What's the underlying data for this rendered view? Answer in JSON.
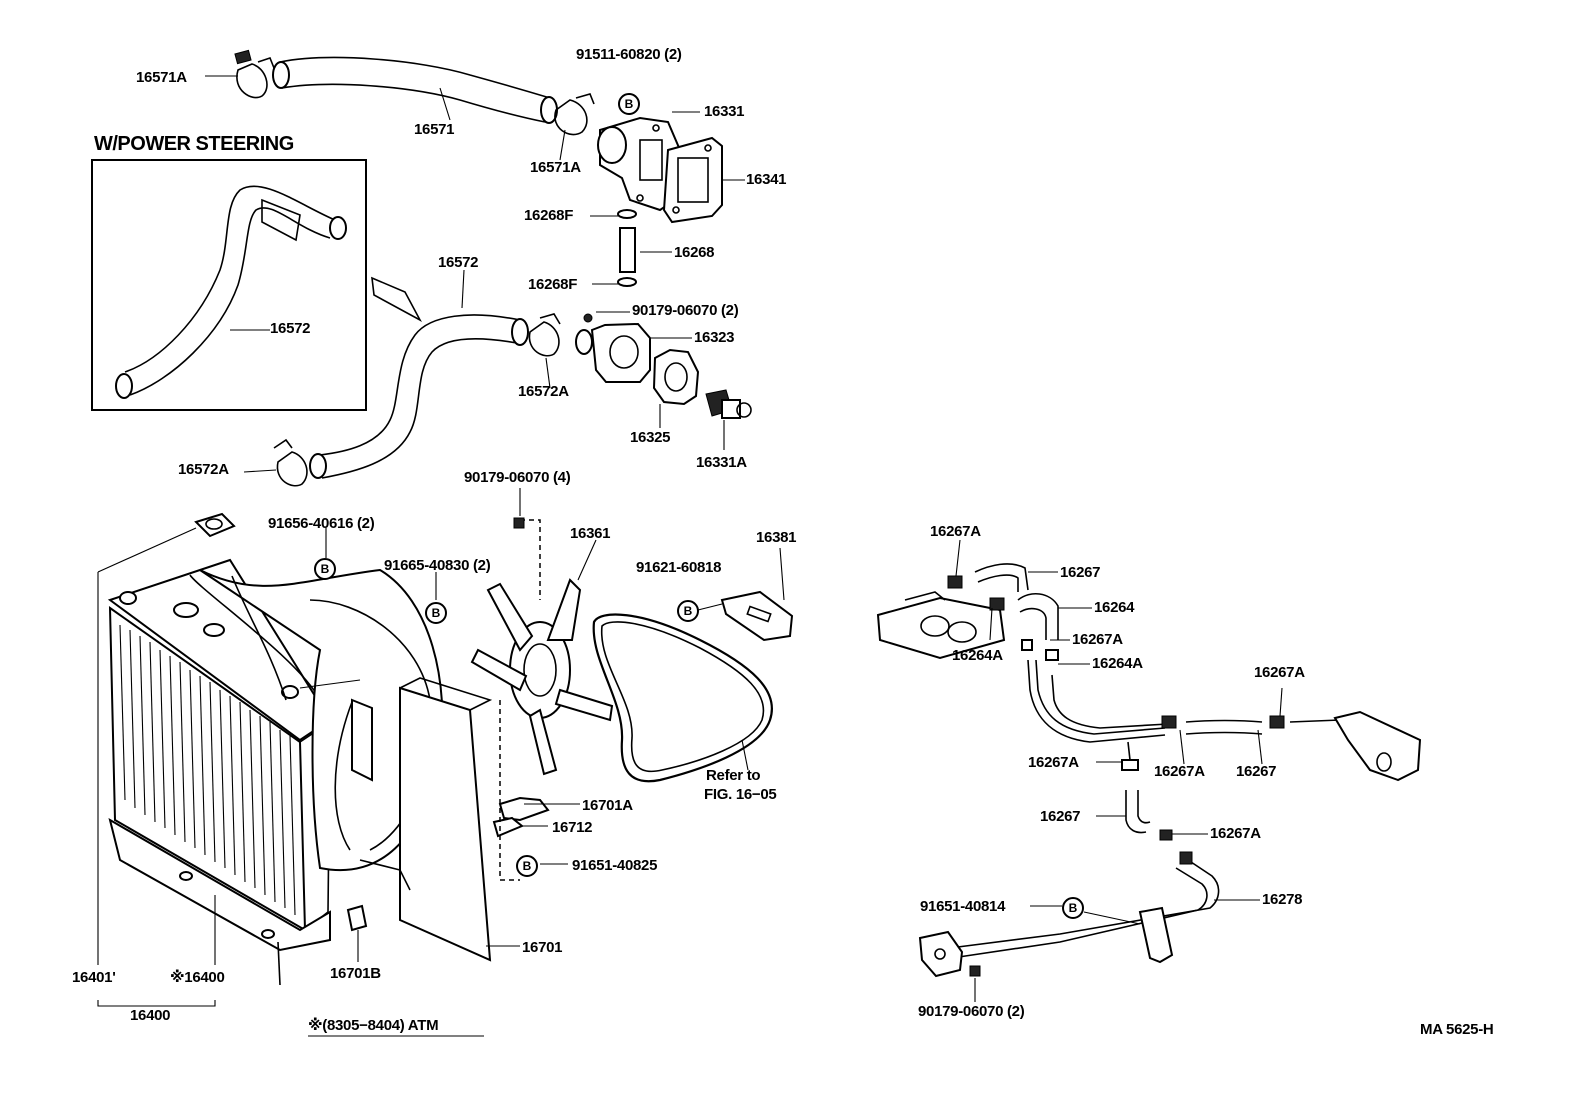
{
  "diagram": {
    "inset_title": "W/POWER STEERING",
    "footnote": "※(8305−8404) ATM",
    "code": "MA  5625-H",
    "refer_note": [
      "Refer to",
      "FIG. 16−05"
    ],
    "bolt_badge": "B",
    "parts": {
      "p16571A_top": "16571A",
      "p16571": "16571",
      "p91511": "91511-60820 (2)",
      "p16331": "16331",
      "p16571A_mid": "16571A",
      "p16341": "16341",
      "p16268F_top": "16268F",
      "p16268": "16268",
      "p16268F_bot": "16268F",
      "p16572_inset": "16572",
      "p16572": "16572",
      "p90179_a": "90179-06070 (2)",
      "p16323": "16323",
      "p16572A_mid": "16572A",
      "p16325": "16325",
      "p16331A": "16331A",
      "p16572A_low": "16572A",
      "p90179_b": "90179-06070 (4)",
      "p91656": "91656-40616 (2)",
      "p91665": "91665-40830 (2)",
      "p16361": "16361",
      "p16381": "16381",
      "p91621": "91621-60818",
      "p16701A": "16701A",
      "p16712": "16712",
      "p91651_a": "91651-40825",
      "p16701": "16701",
      "p16701B": "16701B",
      "p16401": "16401'",
      "p16400_star": "※16400",
      "p16400": "16400",
      "p16267A_1": "16267A",
      "p16267_1": "16267",
      "p16264": "16264",
      "p16267A_2": "16267A",
      "p16264A_1": "16264A",
      "p16264A_2": "16264A",
      "p16267A_3": "16267A",
      "p16267A_4": "16267A",
      "p16267A_5": "16267A",
      "p16267_2": "16267",
      "p16267_3": "16267",
      "p16267A_6": "16267A",
      "p91651_b": "91651-40814",
      "p16278": "16278",
      "p90179_c": "90179-06070 (2)"
    }
  }
}
